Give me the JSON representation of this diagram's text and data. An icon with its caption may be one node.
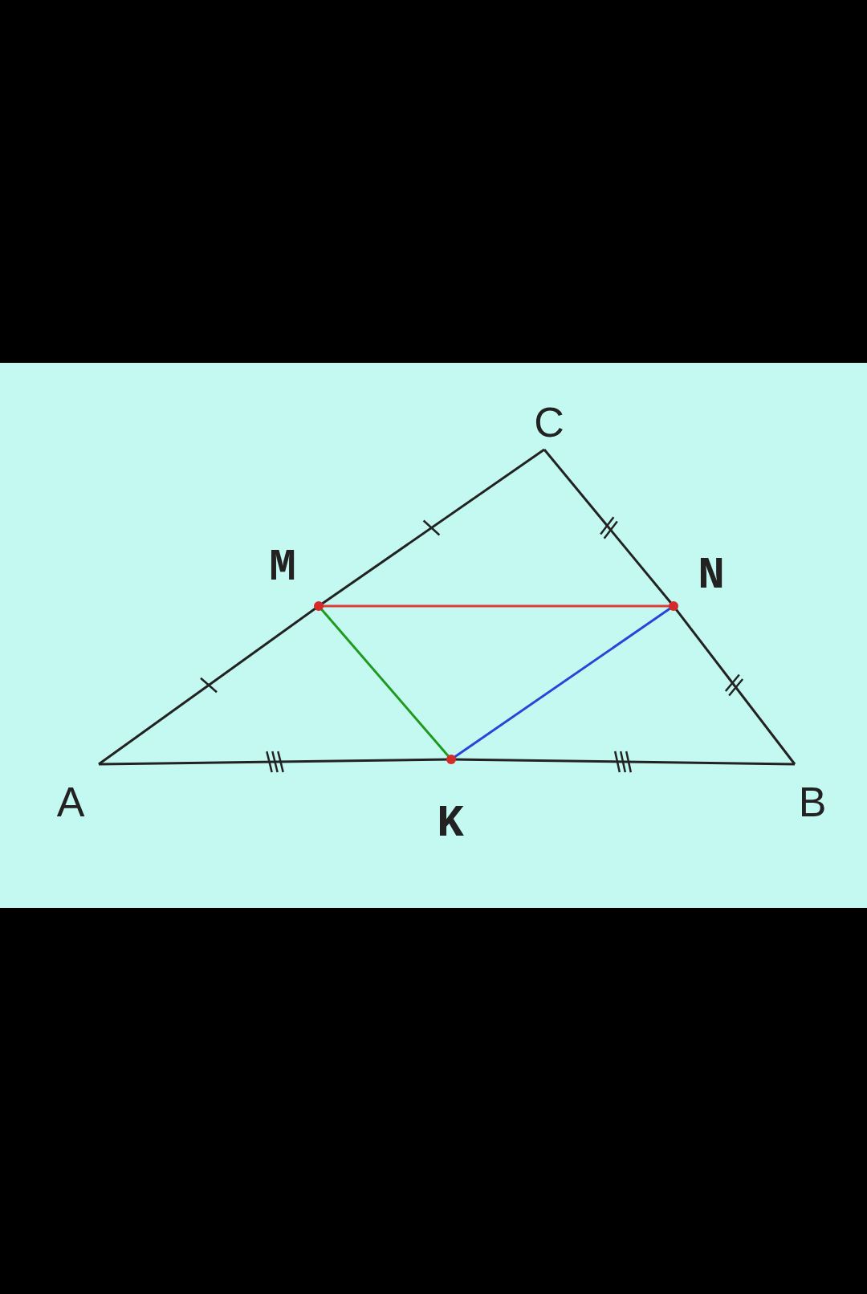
{
  "diagram": {
    "nodes": [
      {
        "text": [
          "C"
        ]
      },
      {
        "text": [
          "M"
        ]
      },
      {
        "text": [
          "N"
        ]
      },
      {
        "text": [
          "A"
        ]
      },
      {
        "text": [
          "B"
        ]
      },
      {
        "text": [
          "K"
        ]
      }
    ],
    "edges": [
      {
        "from": 3,
        "to": 1,
        "arrow": "none"
      },
      {
        "from": 1,
        "to": 0,
        "arrow": "none"
      },
      {
        "from": 0,
        "to": 2,
        "arrow": "none"
      },
      {
        "from": 2,
        "to": 4,
        "arrow": "none"
      },
      {
        "from": 4,
        "to": 5,
        "arrow": "none"
      },
      {
        "from": 5,
        "to": 3,
        "arrow": "none"
      },
      {
        "from": 1,
        "to": 2,
        "arrow": "none",
        "color": "#e03a3a"
      },
      {
        "from": 1,
        "to": 5,
        "arrow": "none",
        "color": "#1f9a1f"
      },
      {
        "from": 5,
        "to": 2,
        "arrow": "none",
        "color": "#2a44d8"
      }
    ]
  }
}
